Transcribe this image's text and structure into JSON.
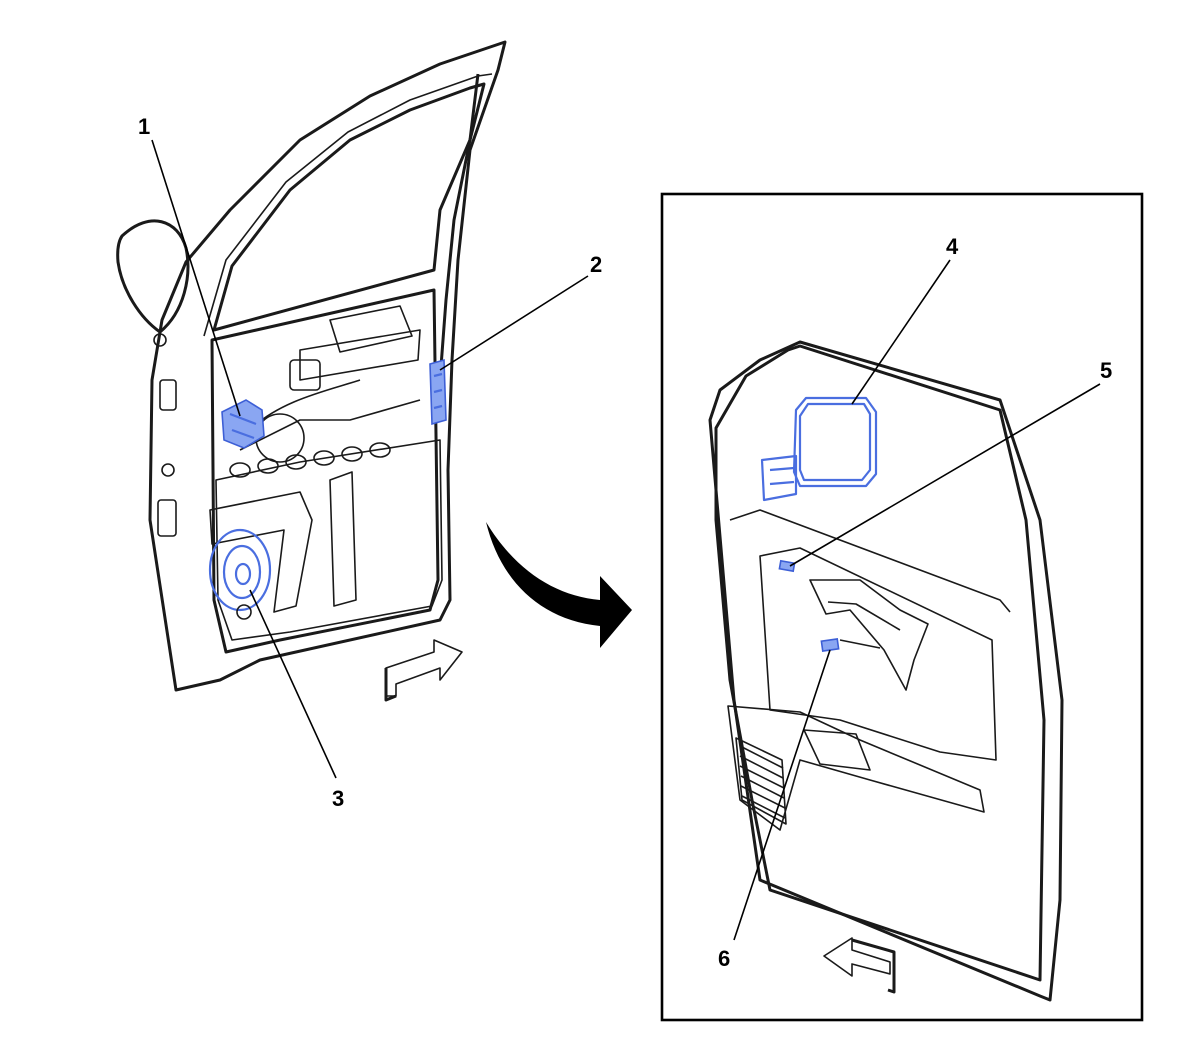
{
  "colors": {
    "panel": "#dcd8c4",
    "panel_dark": "#c9c4ad",
    "panel_shadow": "#b9b39b",
    "outline": "#1a1a1a",
    "highlight": "#4a6ee0",
    "highlight_fill": "#8aa6f2"
  },
  "icons": {
    "view_arrow": "curved-arrow-icon",
    "forward_arrow": "direction-arrow-right-icon",
    "rear_arrow": "direction-arrow-left-icon"
  },
  "callouts": [
    {
      "id": "1",
      "label": "1"
    },
    {
      "id": "2",
      "label": "2"
    },
    {
      "id": "3",
      "label": "3"
    },
    {
      "id": "4",
      "label": "4"
    },
    {
      "id": "5",
      "label": "5"
    },
    {
      "id": "6",
      "label": "6"
    }
  ]
}
